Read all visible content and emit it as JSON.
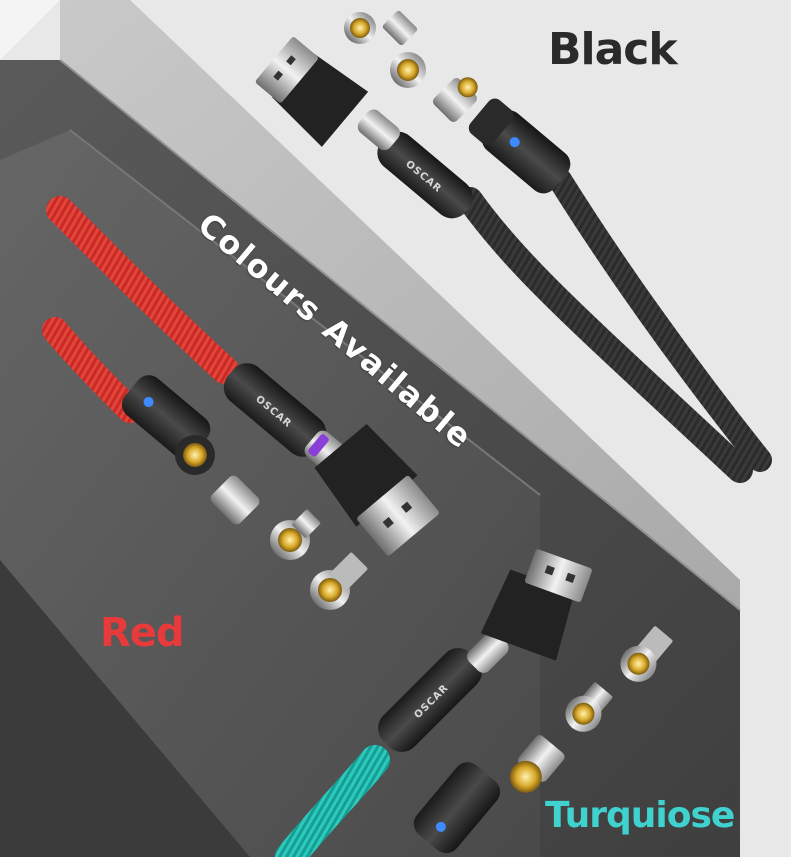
{
  "banner_text": "Colours Available",
  "labels": {
    "black": "Black",
    "red": "Red",
    "turquoise": "Turquiose"
  },
  "brand": "OSCAR",
  "colors": {
    "black_cable": "#2b2b2b",
    "red_cable": "#d8332c",
    "turquoise_cable": "#1fb8ad",
    "red_label": "#e83a3a",
    "turquoise_label": "#3fd2cf",
    "led_blue": "#3d8bff",
    "type_c_accent": "#8a3fd8"
  }
}
